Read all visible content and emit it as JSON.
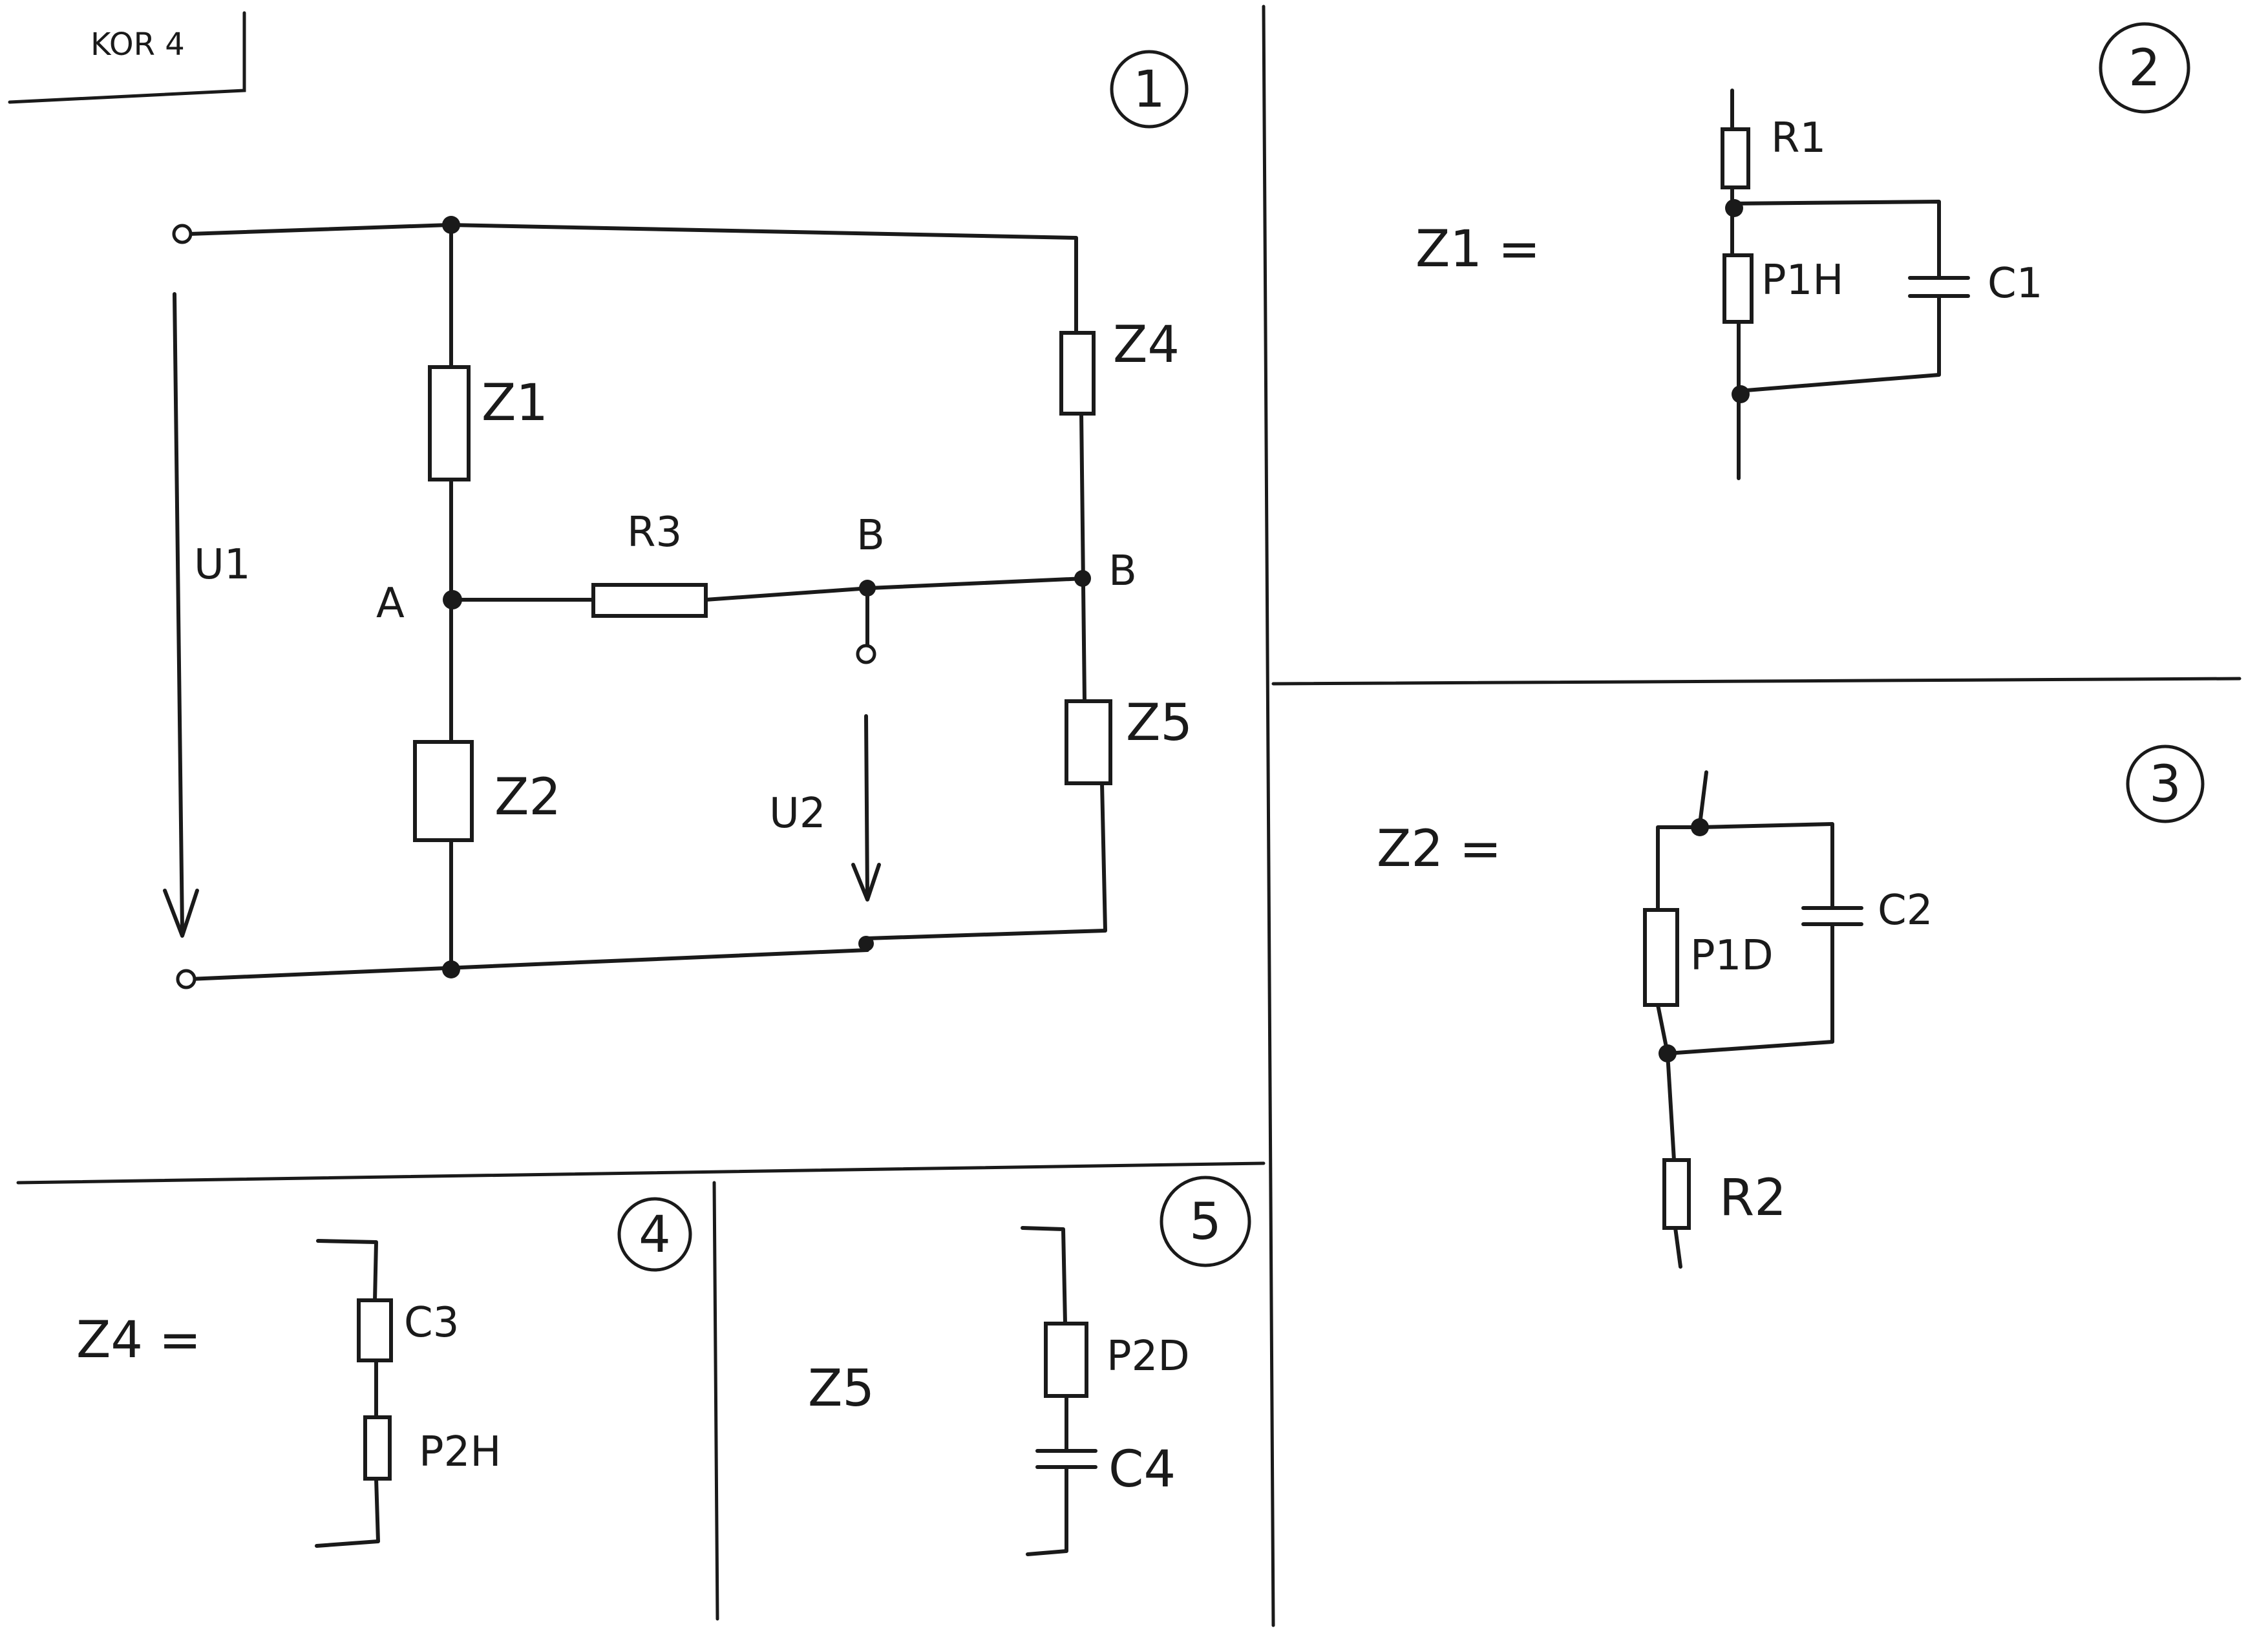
{
  "header": {
    "tag": "KOR 4"
  },
  "panels": [
    {
      "number": "1"
    },
    {
      "number": "2",
      "title": "Z1 ="
    },
    {
      "number": "3",
      "title": "Z2 ="
    },
    {
      "number": "4",
      "title": "Z4 ="
    },
    {
      "number": "5",
      "title": "Z5"
    }
  ],
  "circuit": {
    "z1": "Z1",
    "z2": "Z2",
    "z4": "Z4",
    "z5": "Z5",
    "r3": "R3",
    "node_a": "A",
    "node_b_mid": "B",
    "node_b_right": "B",
    "u1": "U1",
    "u2": "U2"
  },
  "z1_detail": {
    "r1": "R1",
    "p1h": "P1H",
    "c1": "C1"
  },
  "z2_detail": {
    "p1d": "P1D",
    "c2": "C2",
    "r2": "R2"
  },
  "z4_detail": {
    "c3": "C3",
    "p2h": "P2H"
  },
  "z5_detail": {
    "p2d": "P2D",
    "c4": "C4"
  }
}
